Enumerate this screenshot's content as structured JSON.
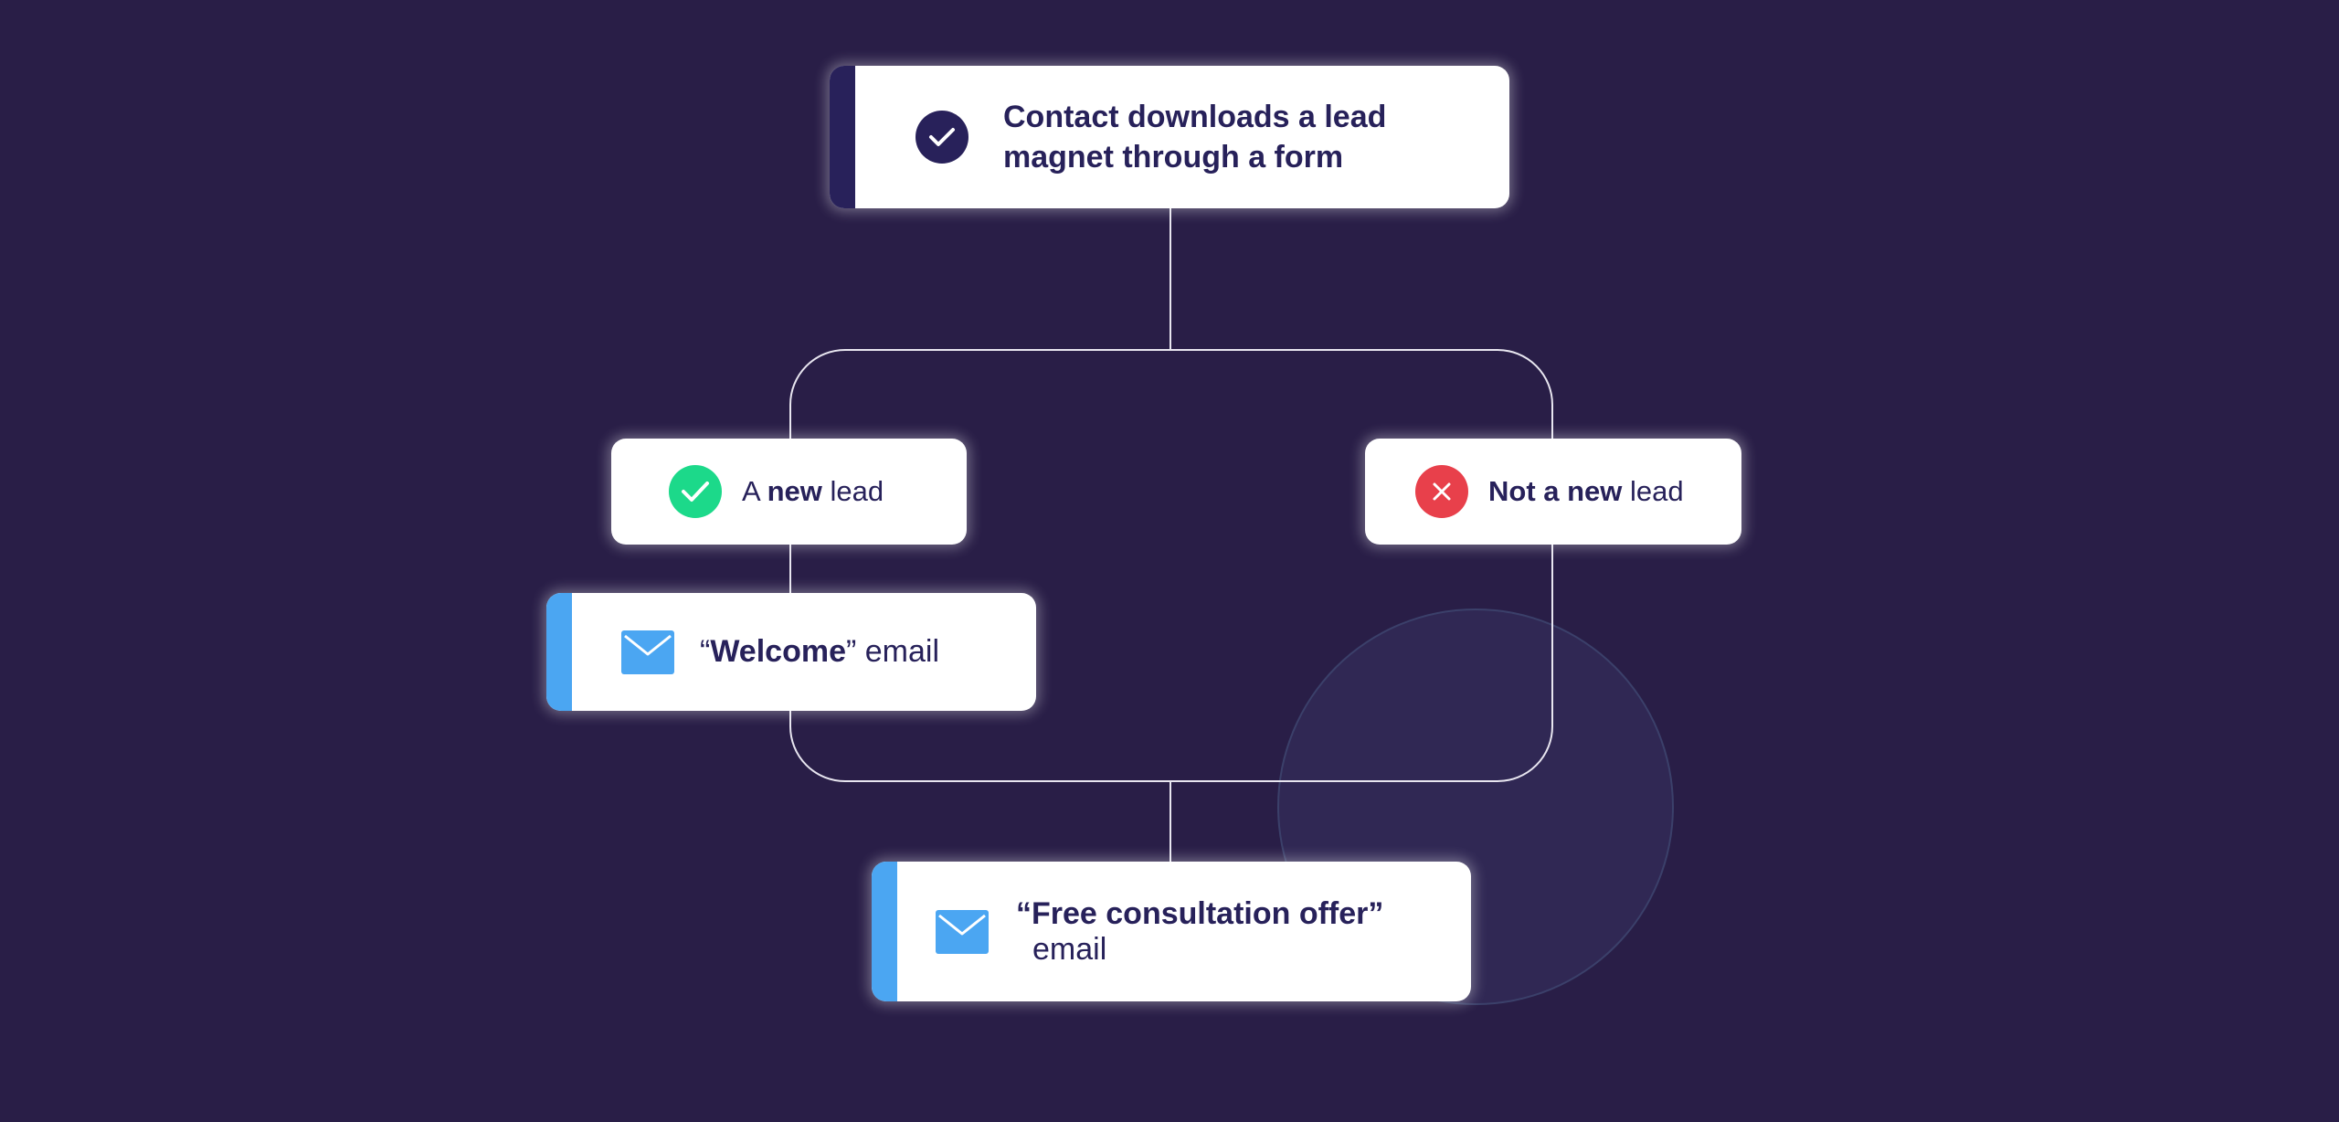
{
  "colors": {
    "background": "#291e47",
    "navy": "#28215a",
    "green": "#1cd98a",
    "red": "#e8404b",
    "blue": "#4ba6f2",
    "card": "#ffffff",
    "connector": "#e8e6f0"
  },
  "trigger": {
    "icon": "check-icon",
    "text": "Contact downloads a lead magnet through a form"
  },
  "branch_yes": {
    "icon": "check-icon",
    "prefix": "A ",
    "bold": "new",
    "suffix": " lead"
  },
  "branch_no": {
    "icon": "close-icon",
    "bold": "Not a new",
    "suffix": " lead"
  },
  "welcome_email": {
    "icon": "mail-icon",
    "open_quote": "“",
    "bold": "Welcome",
    "close_quote": "”",
    "suffix": " email"
  },
  "offer_email": {
    "icon": "mail-icon",
    "bold": "“Free consultation offer”",
    "suffix": "email"
  }
}
